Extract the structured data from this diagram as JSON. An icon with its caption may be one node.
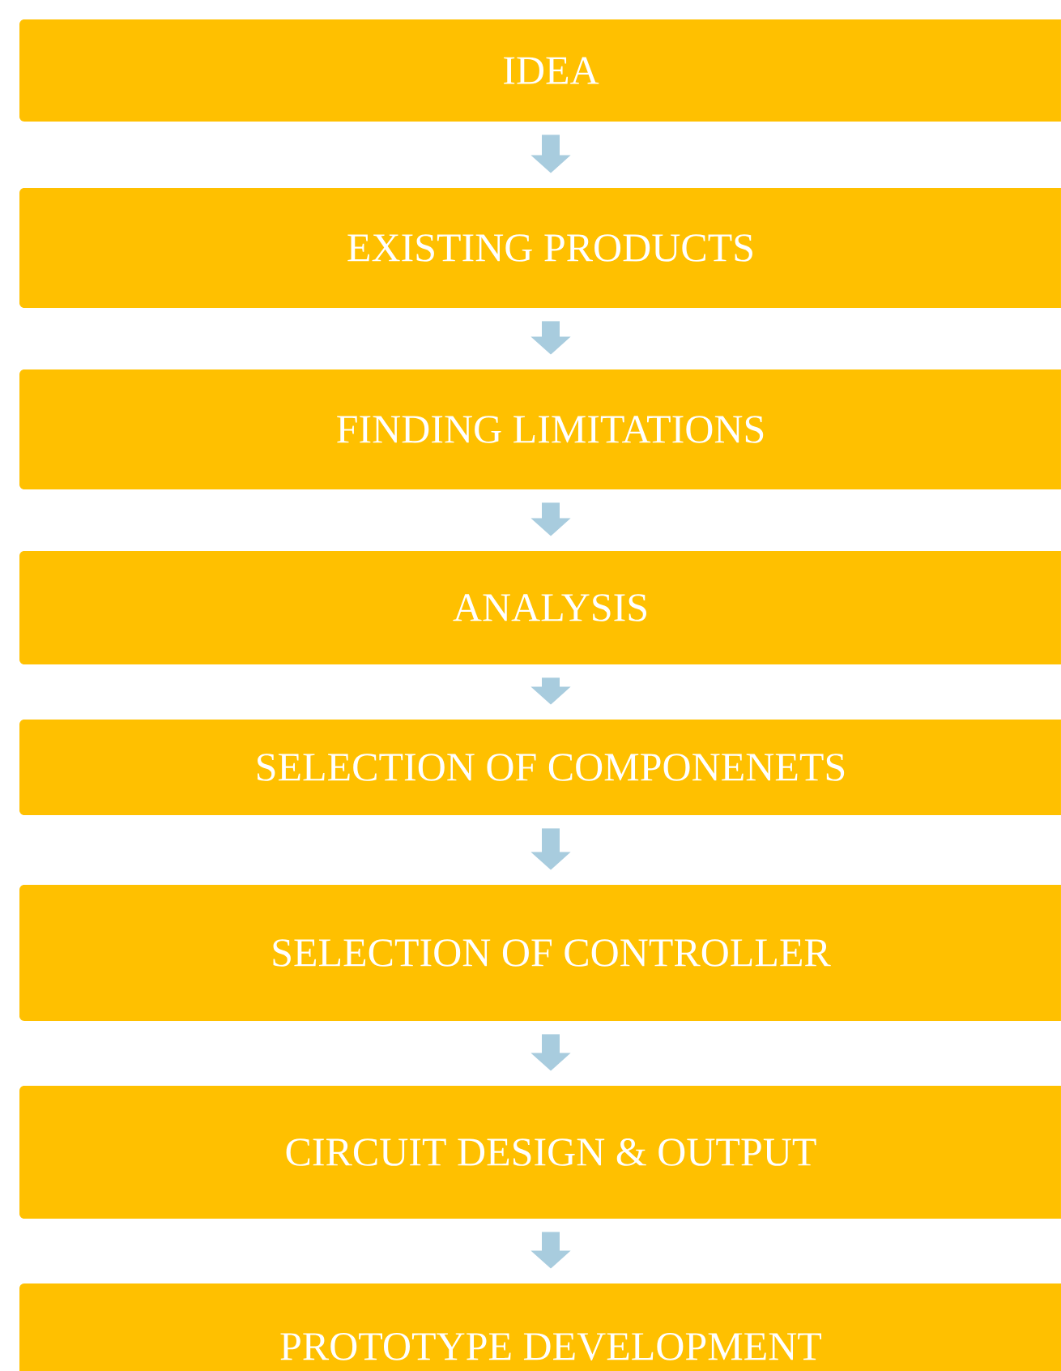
{
  "diagram": {
    "nodes": [
      {
        "text": [
          "IDEA"
        ]
      },
      {
        "text": [
          "EXISTING PRODUCTS"
        ]
      },
      {
        "text": [
          "FINDING LIMITATIONS"
        ]
      },
      {
        "text": [
          "ANALYSIS"
        ]
      },
      {
        "text": [
          "SELECTION OF COMPONENETS"
        ]
      },
      {
        "text": [
          "SELECTION OF CONTROLLER"
        ]
      },
      {
        "text": [
          "CIRCUIT DESIGN & OUTPUT"
        ]
      },
      {
        "text": [
          "PROTOTYPE DEVELOPMENT"
        ]
      }
    ],
    "edges": [
      {
        "from": 0,
        "to": 1,
        "arrow": "to"
      },
      {
        "from": 1,
        "to": 2,
        "arrow": "to"
      },
      {
        "from": 2,
        "to": 3,
        "arrow": "to"
      },
      {
        "from": 3,
        "to": 4,
        "arrow": "to"
      },
      {
        "from": 4,
        "to": 5,
        "arrow": "to"
      },
      {
        "from": 5,
        "to": 6,
        "arrow": "to"
      },
      {
        "from": 6,
        "to": 7,
        "arrow": "to"
      }
    ]
  }
}
